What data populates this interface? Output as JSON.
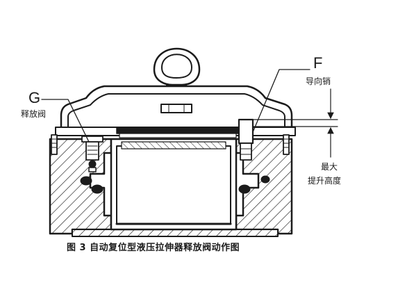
{
  "labels": {
    "g_letter": "G",
    "g_text": "释放阀",
    "f_letter": "F",
    "f_text": "导向销",
    "height_line1": "最大",
    "height_line2": "提升高度"
  },
  "caption": "图 3  自动复位型液压拉伸器释放阀动作图",
  "colors": {
    "ink": "#1b1b1b",
    "background": "#ffffff"
  },
  "symbols": [
    "lifting-eye",
    "hatched-housing",
    "piston",
    "guide-pin",
    "release-valve",
    "seal-rings",
    "dimension-arrows"
  ]
}
